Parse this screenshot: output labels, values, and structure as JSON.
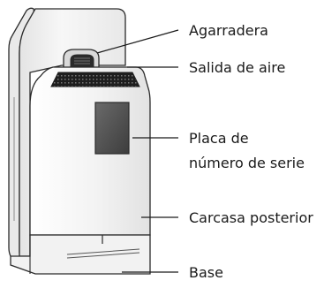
{
  "diagram": {
    "labels": {
      "handle": "Agarradera",
      "air_outlet": "Salida de aire",
      "serial_plate_line1": "Placa de",
      "serial_plate_line2": "número de serie",
      "rear_housing": "Carcasa posterior",
      "base": "Base"
    },
    "colors": {
      "outline": "#2a2a2a",
      "housing_light": "#f4f4f4",
      "housing_shade": "#e6e6e6",
      "side_panel": "#ececec",
      "vent": "#1e1e1e",
      "serial_plate": "#555555",
      "handle_dark": "#2b2b2b",
      "base": "#f2f2f2",
      "leader_line": "#1a1a1a"
    }
  }
}
